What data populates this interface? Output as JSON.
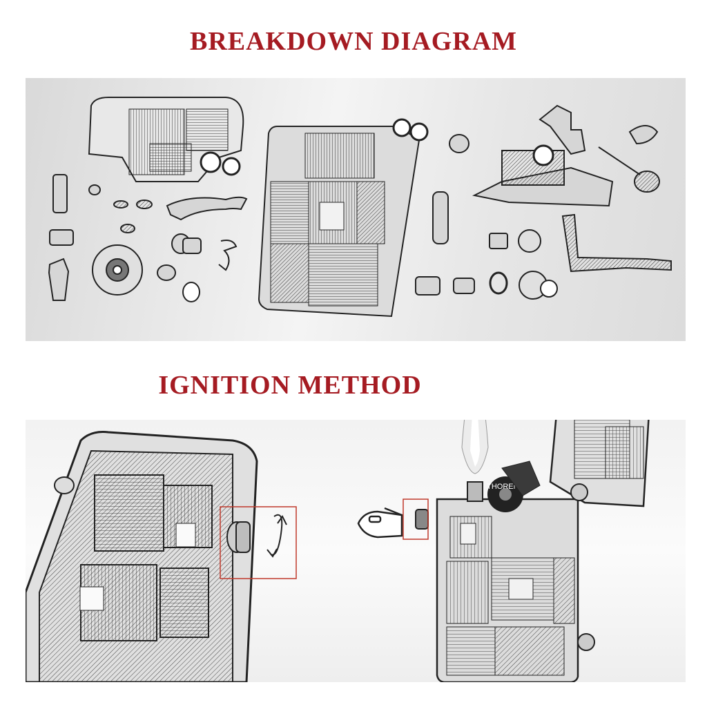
{
  "sections": {
    "breakdown_title": "BREAKDOWN DIAGRAM",
    "ignition_title": "IGNITION METHOD"
  },
  "lighter_brand_text": "THORENS",
  "colors": {
    "heading": "#a51b22",
    "callout": "#c0392b",
    "ink": "#2b2b2b"
  }
}
